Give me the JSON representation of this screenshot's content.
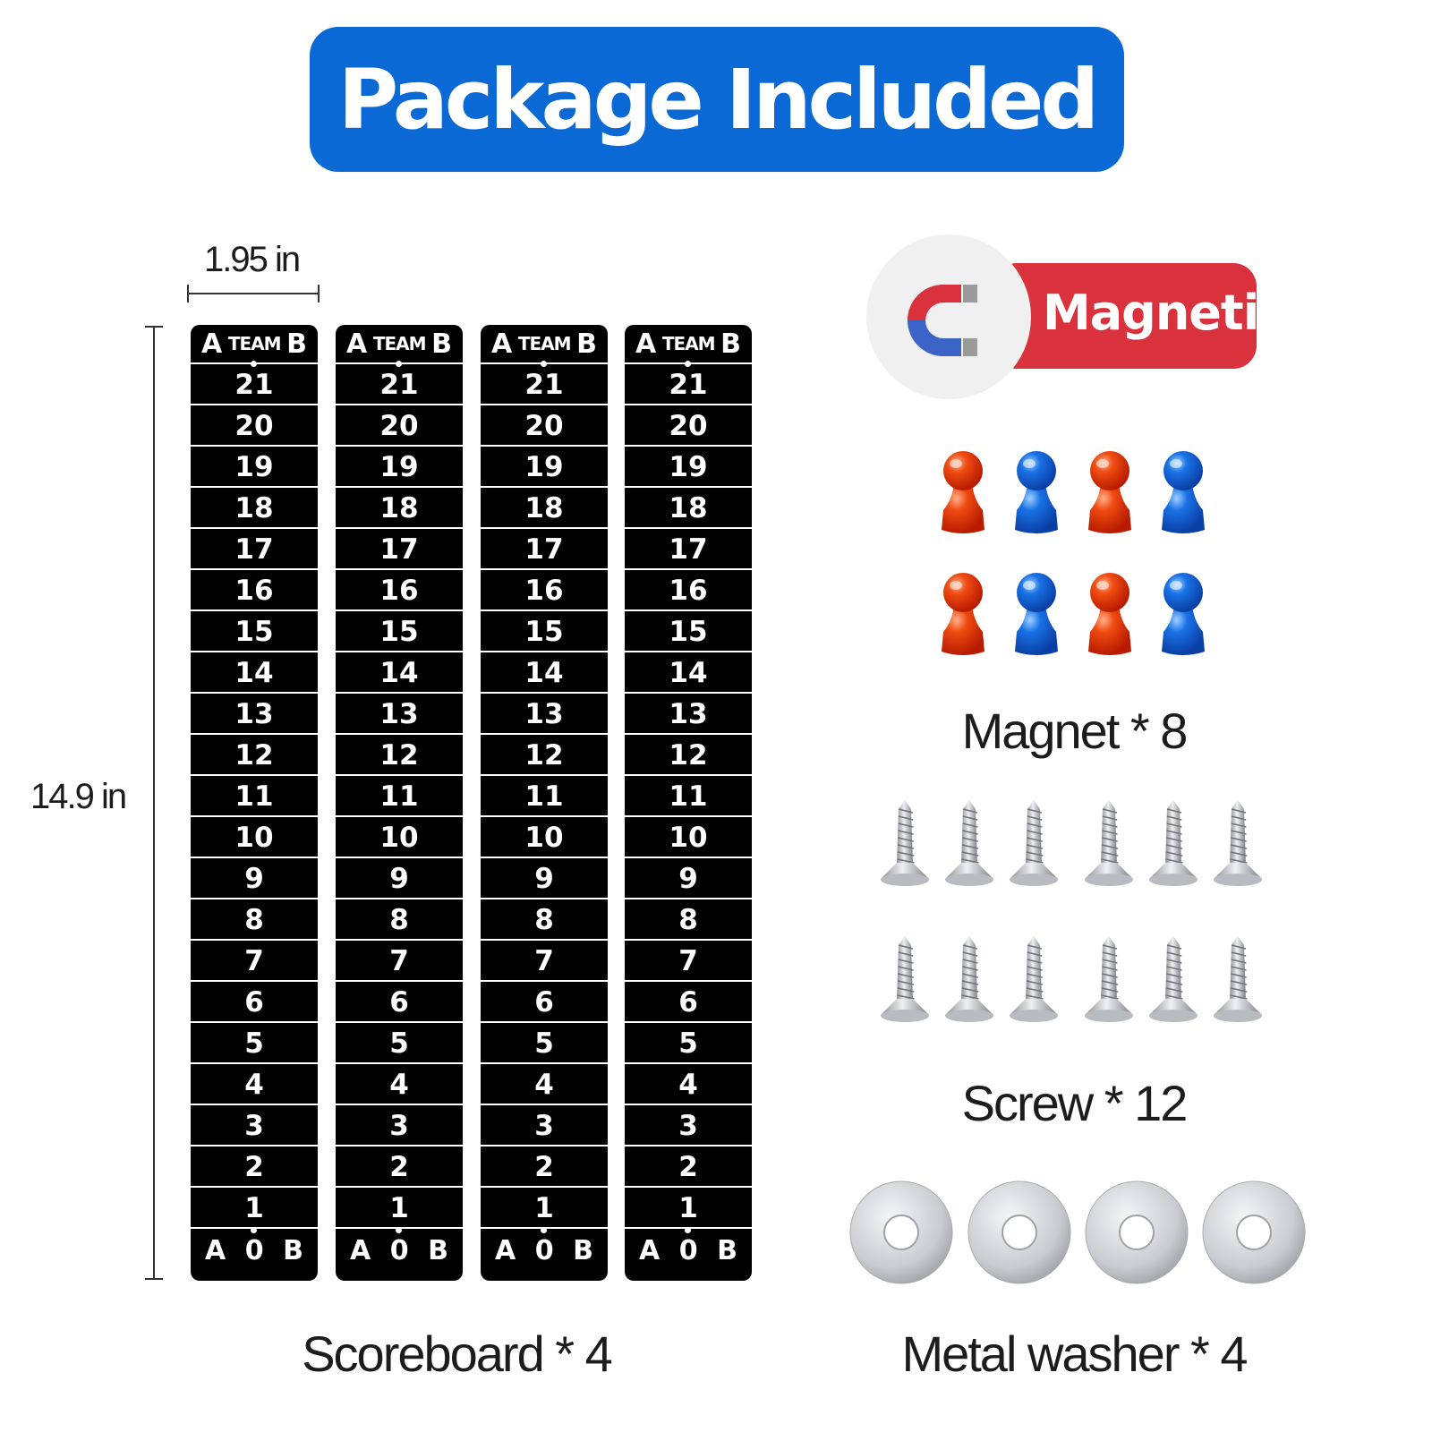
{
  "banner": {
    "title": "Package Included",
    "color": "#0b69d6"
  },
  "dimensions": {
    "width_label": "1.95 in",
    "height_label": "14.9 in"
  },
  "scoreboard": {
    "count": 4,
    "header": {
      "left": "A",
      "middle": "TEAM",
      "right": "B"
    },
    "numbers": [
      "21",
      "20",
      "19",
      "18",
      "17",
      "16",
      "15",
      "14",
      "13",
      "12",
      "11",
      "10",
      "9",
      "8",
      "7",
      "6",
      "5",
      "4",
      "3",
      "2",
      "1"
    ],
    "footer": {
      "left": "A",
      "middle": "0",
      "right": "B"
    },
    "caption": "Scoreboard * 4"
  },
  "magnetic_badge": {
    "label": "Magnetic",
    "icon": "horseshoe-magnet-icon",
    "color": "#d9323c"
  },
  "magnets": {
    "caption": "Magnet * 8",
    "colors": [
      "#e2350f",
      "#1463d8",
      "#e2350f",
      "#1463d8",
      "#e2350f",
      "#1463d8",
      "#e2350f",
      "#1463d8"
    ]
  },
  "screws": {
    "caption": "Screw * 12",
    "count": 12
  },
  "washers": {
    "caption": "Metal washer * 4",
    "count": 4
  }
}
